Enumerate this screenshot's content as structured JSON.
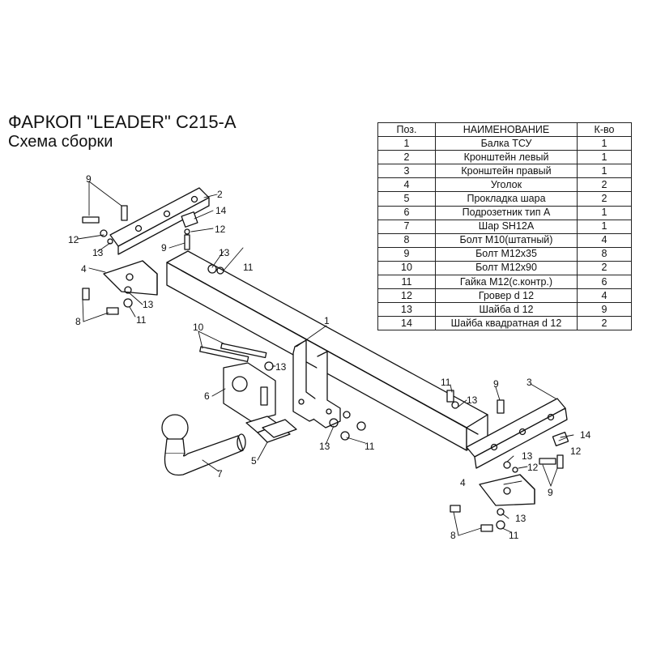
{
  "title": "ФАРКОП \"LEADER\" С215-А",
  "subtitle": "Схема сборки",
  "table": {
    "headers": [
      "Поз.",
      "НАИМЕНОВАНИЕ",
      "К-во"
    ],
    "rows": [
      [
        "1",
        "Балка ТСУ",
        "1"
      ],
      [
        "2",
        "Кронштейн левый",
        "1"
      ],
      [
        "3",
        "Кронштейн правый",
        "1"
      ],
      [
        "4",
        "Уголок",
        "2"
      ],
      [
        "5",
        "Прокладка шара",
        "2"
      ],
      [
        "6",
        "Подрозетник тип А",
        "1"
      ],
      [
        "7",
        "Шар SH12A",
        "1"
      ],
      [
        "8",
        "Болт М10(штатный)",
        "4"
      ],
      [
        "9",
        "Болт М12х35",
        "8"
      ],
      [
        "10",
        "Болт М12х90",
        "2"
      ],
      [
        "11",
        "Гайка М12(с.контр.)",
        "6"
      ],
      [
        "12",
        "Гровер d 12",
        "4"
      ],
      [
        "13",
        "Шайба d 12",
        "9"
      ],
      [
        "14",
        "Шайба квадратная d 12",
        "2"
      ]
    ]
  },
  "callouts": [
    "1",
    "2",
    "3",
    "4",
    "5",
    "6",
    "7",
    "8",
    "9",
    "10",
    "11",
    "12",
    "13",
    "14"
  ]
}
